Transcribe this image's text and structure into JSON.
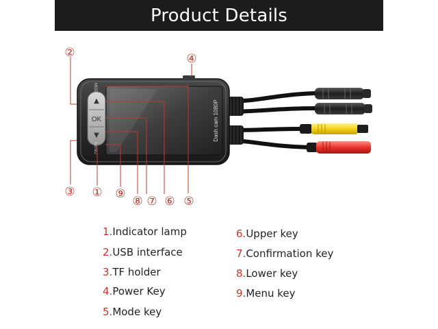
{
  "banner": {
    "title": "Product Details"
  },
  "device": {
    "screen_text": "Dash cam 1080P",
    "mode_label": "MODE",
    "menu_label": "MENU",
    "ok_label": "OK",
    "up_glyph": "▲",
    "down_glyph": "▼"
  },
  "callouts": [
    "①",
    "②",
    "③",
    "④",
    "⑤",
    "⑥",
    "⑦",
    "⑧",
    "⑨"
  ],
  "legend": [
    {
      "num": "1.",
      "text": "Indicator lamp"
    },
    {
      "num": "2.",
      "text": "USB interface"
    },
    {
      "num": "3.",
      "text": "TF holder"
    },
    {
      "num": "4.",
      "text": "Power Key"
    },
    {
      "num": "5.",
      "text": "Mode key"
    },
    {
      "num": "6.",
      "text": "Upper key"
    },
    {
      "num": "7.",
      "text": "Confirmation key"
    },
    {
      "num": "8.",
      "text": "Lower key"
    },
    {
      "num": "9.",
      "text": "Menu key"
    }
  ],
  "colors": {
    "callout": "#c0392b",
    "banner_bg": "#1c1c1c",
    "yellow_plug": "#f5d21c",
    "red_plug": "#e8342c"
  }
}
